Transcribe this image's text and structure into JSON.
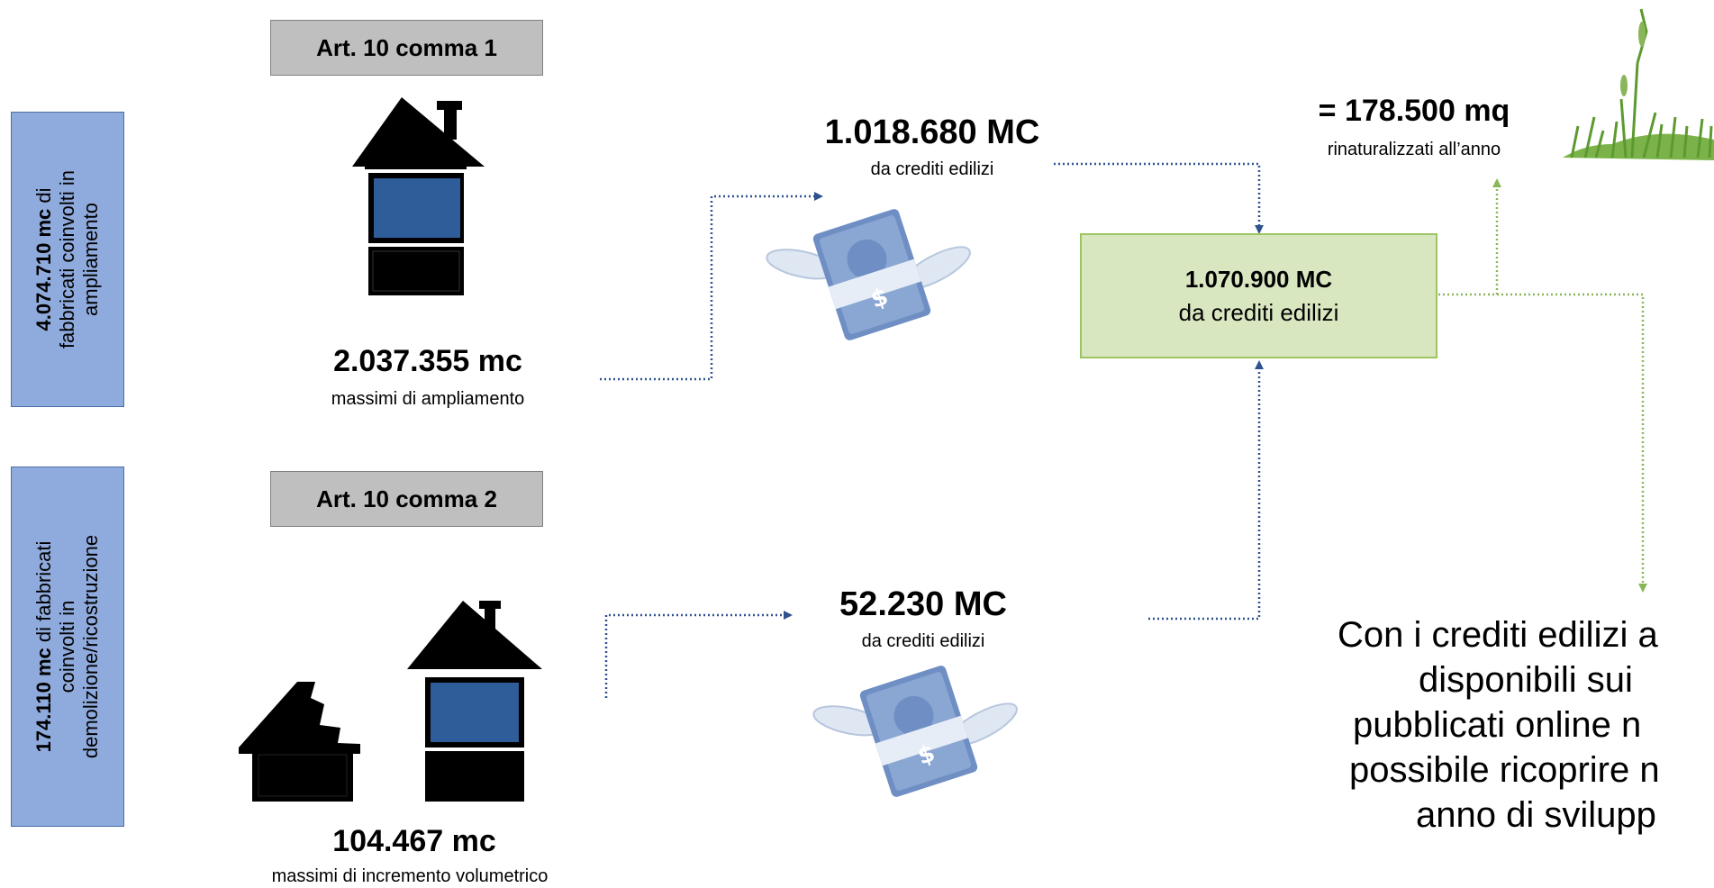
{
  "side_labels": {
    "top": {
      "bold": "4.074.710 mc",
      "line1_rest": " di",
      "line2": "fabbricati coinvolti in",
      "line3": "ampliamento"
    },
    "bottom": {
      "bold": "174.110 mc",
      "line1_rest": " di fabbricati",
      "line2": "coinvolti in",
      "line3": "demolizione/ricostruzione"
    }
  },
  "art_boxes": {
    "comma1": "Art. 10 comma 1",
    "comma2": "Art. 10 comma 2"
  },
  "ampliamento": {
    "value": "2.037.355 mc",
    "caption": "massimi di ampliamento"
  },
  "incremento": {
    "value": "104.467 mc",
    "caption": "massimi di incremento volumetrico"
  },
  "credits_top": {
    "value": "1.018.680 MC",
    "caption": "da crediti edilizi"
  },
  "credits_bottom": {
    "value": "52.230 MC",
    "caption": "da crediti edilizi"
  },
  "total": {
    "value": "1.070.900 MC",
    "caption": "da crediti edilizi"
  },
  "rinaturalizzati": {
    "value": "= 178.500  mq",
    "caption": "rinaturalizzati all’anno"
  },
  "conclusion": {
    "line1": "Con i crediti edilizi a",
    "line2": "disponibili sui",
    "line3": "pubblicati online n",
    "line4": "possibile ricoprire n",
    "line5": "anno  di svilupp"
  },
  "colors": {
    "blue_arrow": "#2f528f",
    "green_arrow": "#8ab65a",
    "side_box": "#8faadc",
    "green_box": "#d9e7c1",
    "house_window": "#2e5d9a",
    "money": "#6f8fc4"
  },
  "icons": [
    "house-icon",
    "damaged-house-icon",
    "flying-money-icon",
    "grass-icon"
  ]
}
